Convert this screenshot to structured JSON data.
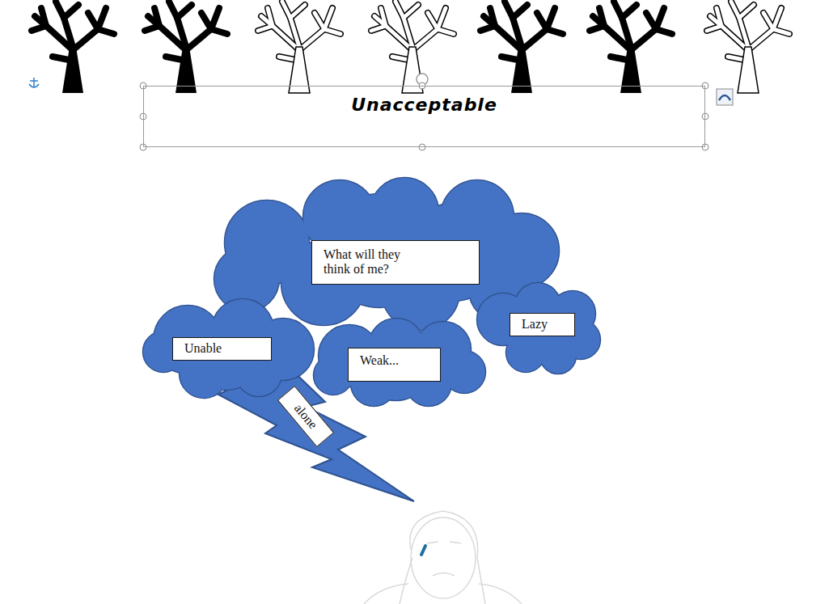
{
  "diagram": {
    "title": "Unacceptable",
    "nodes": [
      {
        "text": [
          "What will they think of me?"
        ]
      },
      {
        "text": [
          "Lazy"
        ]
      },
      {
        "text": [
          "Unable"
        ]
      },
      {
        "text": [
          "Weak..."
        ]
      },
      {
        "text": [
          "alone"
        ]
      }
    ]
  }
}
